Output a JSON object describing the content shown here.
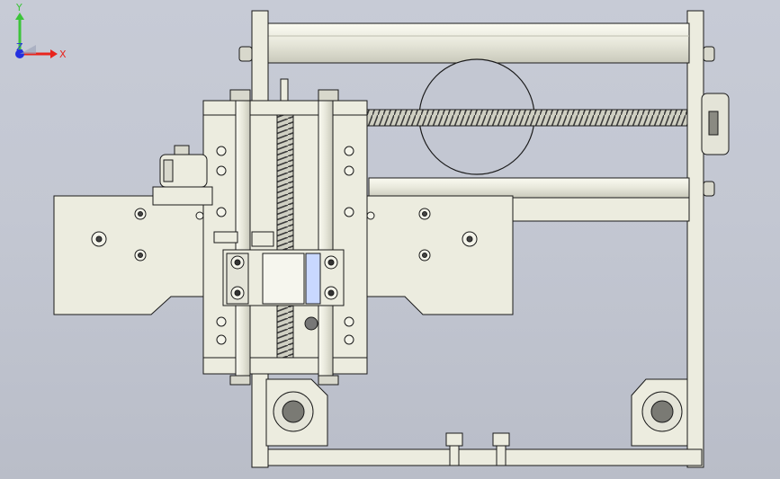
{
  "viewport": {
    "background_top": "#c7cbd6",
    "background_bottom": "#b9bdc8"
  },
  "triad": {
    "x_label": "X",
    "y_label": "Y",
    "z_label": "Z",
    "x_color": "#e8241d",
    "y_color": "#3cc43a",
    "z_color": "#2430e0"
  },
  "colors": {
    "part_fill": "#ececdf",
    "part_shadow": "#d6d6c8",
    "edge": "#1a1a1a",
    "accent_blue": "#c9d8ff"
  }
}
